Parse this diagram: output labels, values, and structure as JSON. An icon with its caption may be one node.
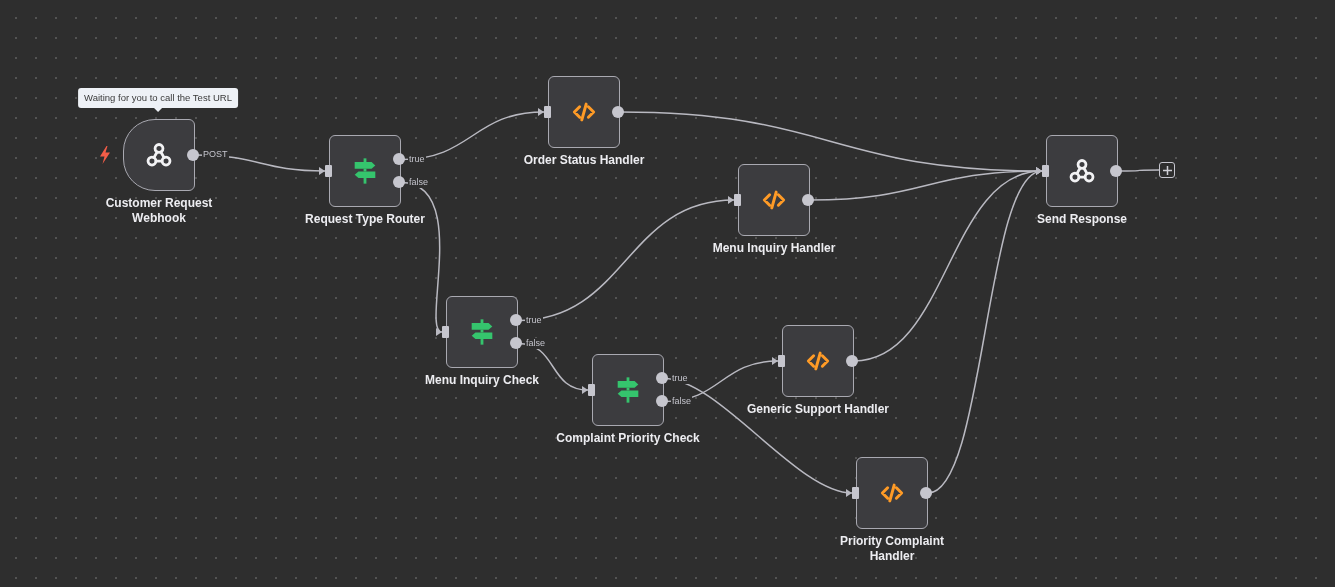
{
  "diagram": {
    "nodes": [
      {
        "text": [
          "Customer Request Webhook"
        ],
        "beside": [
          "Waiting for you to call the Test URL"
        ]
      },
      {
        "text": [
          "Request Type Router"
        ]
      },
      {
        "text": [
          "Order Status Handler"
        ]
      },
      {
        "text": [
          "Menu Inquiry Handler"
        ]
      },
      {
        "text": [
          "Menu Inquiry Check"
        ]
      },
      {
        "text": [
          "Complaint Priority Check"
        ]
      },
      {
        "text": [
          "Generic Support Handler"
        ]
      },
      {
        "text": [
          "Priority Complaint Handler"
        ]
      },
      {
        "text": [
          "Send Response"
        ]
      },
      {
        "text": [],
        "shape": "box"
      }
    ],
    "edges": [
      {
        "from": 0,
        "to": 1,
        "arrow": "to",
        "label": "POST"
      },
      {
        "from": 1,
        "to": 2,
        "arrow": "to",
        "label": "true"
      },
      {
        "from": 1,
        "to": 4,
        "arrow": "to",
        "label": "false"
      },
      {
        "from": 4,
        "to": 3,
        "arrow": "to",
        "label": "true"
      },
      {
        "from": 4,
        "to": 5,
        "arrow": "to",
        "label": "false"
      },
      {
        "from": 5,
        "to": 7,
        "arrow": "to",
        "label": "true"
      },
      {
        "from": 5,
        "to": 6,
        "arrow": "to",
        "label": "false"
      },
      {
        "from": 2,
        "to": 8,
        "arrow": "to"
      },
      {
        "from": 3,
        "to": 8,
        "arrow": "to"
      },
      {
        "from": 6,
        "to": 8,
        "arrow": "to"
      },
      {
        "from": 7,
        "to": 8,
        "arrow": "to"
      },
      {
        "from": 8,
        "to": 9,
        "arrow": "none"
      }
    ]
  }
}
